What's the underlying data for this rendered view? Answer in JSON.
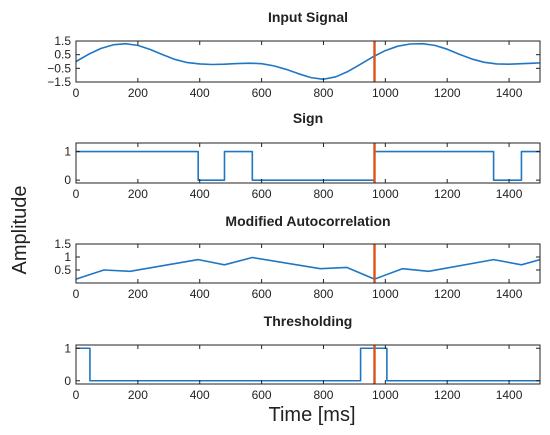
{
  "figure": {
    "xlabel": "Time  [ms]",
    "ylabel": "Amplitude",
    "colors": {
      "series": "#1f77c4",
      "marker": "#d9541a",
      "axes": "#222222"
    }
  },
  "chart_data": [
    {
      "type": "line",
      "title": "Input Signal",
      "xlim": [
        0,
        1500
      ],
      "ylim": [
        -1.5,
        1.5
      ],
      "xticks": [
        0,
        200,
        400,
        600,
        800,
        1000,
        1200,
        1400
      ],
      "yticks": [
        -1.5,
        -0.5,
        0.5,
        1.5
      ],
      "ytick_labels": [
        "−1.5",
        "−0.5",
        "0.5",
        "1.5"
      ],
      "grid": false,
      "marker_x": 965,
      "series": [
        {
          "x": [
            0,
            40,
            80,
            120,
            160,
            200,
            240,
            280,
            320,
            360,
            400,
            440,
            480,
            520,
            560,
            600,
            640,
            680,
            720,
            760,
            800,
            840,
            880,
            920,
            960,
            1000,
            1040,
            1080,
            1120,
            1160,
            1200,
            1240,
            1280,
            1320,
            1360,
            1400,
            1440,
            1480,
            1500
          ],
          "y": [
            0.0,
            0.52,
            0.95,
            1.22,
            1.3,
            1.18,
            0.88,
            0.5,
            0.15,
            -0.08,
            -0.18,
            -0.22,
            -0.2,
            -0.15,
            -0.12,
            -0.16,
            -0.32,
            -0.58,
            -0.9,
            -1.18,
            -1.3,
            -1.12,
            -0.72,
            -0.2,
            0.34,
            0.8,
            1.12,
            1.28,
            1.3,
            1.18,
            0.9,
            0.52,
            0.18,
            -0.06,
            -0.18,
            -0.2,
            -0.16,
            -0.12,
            -0.1
          ]
        }
      ]
    },
    {
      "type": "line",
      "title": "Sign",
      "xlim": [
        0,
        1500
      ],
      "ylim": [
        -0.1,
        1.3
      ],
      "xticks": [
        0,
        200,
        400,
        600,
        800,
        1000,
        1200,
        1400
      ],
      "yticks": [
        0,
        1
      ],
      "ytick_labels": [
        "0",
        "1"
      ],
      "grid": false,
      "marker_x": 965,
      "series": [
        {
          "x": [
            0,
            395,
            395,
            480,
            480,
            570,
            570,
            965,
            965,
            1350,
            1350,
            1440,
            1440,
            1500
          ],
          "y": [
            1,
            1,
            0,
            0,
            1,
            1,
            0,
            0,
            1,
            1,
            0,
            0,
            1,
            1
          ]
        }
      ]
    },
    {
      "type": "line",
      "title": "Modified Autocorrelation",
      "xlim": [
        0,
        1500
      ],
      "ylim": [
        0,
        1.5
      ],
      "xticks": [
        0,
        200,
        400,
        600,
        800,
        1000,
        1200,
        1400
      ],
      "yticks": [
        0.5,
        1,
        1.5
      ],
      "ytick_labels": [
        "0.5",
        "1",
        "1.5"
      ],
      "grid": false,
      "marker_x": 965,
      "series": [
        {
          "x": [
            0,
            90,
            175,
            395,
            480,
            570,
            790,
            875,
            965,
            1055,
            1140,
            1350,
            1440,
            1500
          ],
          "y": [
            0.15,
            0.5,
            0.45,
            0.9,
            0.7,
            0.98,
            0.55,
            0.6,
            0.15,
            0.55,
            0.45,
            0.9,
            0.7,
            0.9
          ]
        }
      ]
    },
    {
      "type": "line",
      "title": "Thresholding",
      "xlim": [
        0,
        1500
      ],
      "ylim": [
        -0.1,
        1.1
      ],
      "xticks": [
        0,
        200,
        400,
        600,
        800,
        1000,
        1200,
        1400
      ],
      "yticks": [
        0,
        1
      ],
      "ytick_labels": [
        "0",
        "1"
      ],
      "grid": false,
      "marker_x": 965,
      "series": [
        {
          "x": [
            0,
            45,
            45,
            920,
            920,
            1005,
            1005,
            1500
          ],
          "y": [
            1,
            1,
            0,
            0,
            1,
            1,
            0,
            0
          ]
        }
      ]
    }
  ]
}
